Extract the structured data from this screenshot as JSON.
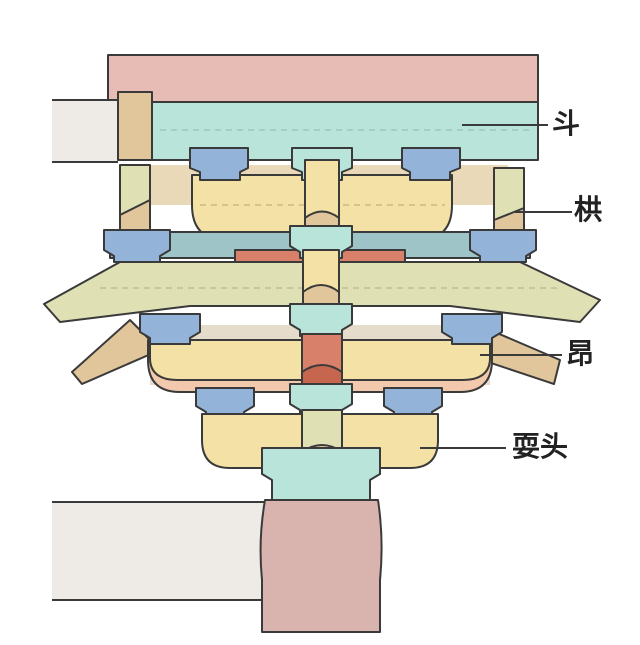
{
  "labels": {
    "dou": "斗",
    "gong": "栱",
    "ang": "昂",
    "shuatou": "耍头"
  },
  "colors": {
    "outline": "#3a3a3a",
    "beam_pink": "#e6bcb4",
    "wall_gray": "#eeeae6",
    "column_pink": "#d9b4ae",
    "mint": "#b8e4da",
    "cream": "#f3e1a6",
    "blue_block": "#93b4d8",
    "olive": "#dfe0b3",
    "tan": "#e0c69a",
    "peach": "#f2c9ad",
    "red": "#d8806a",
    "shadow": "#e6dccb"
  }
}
